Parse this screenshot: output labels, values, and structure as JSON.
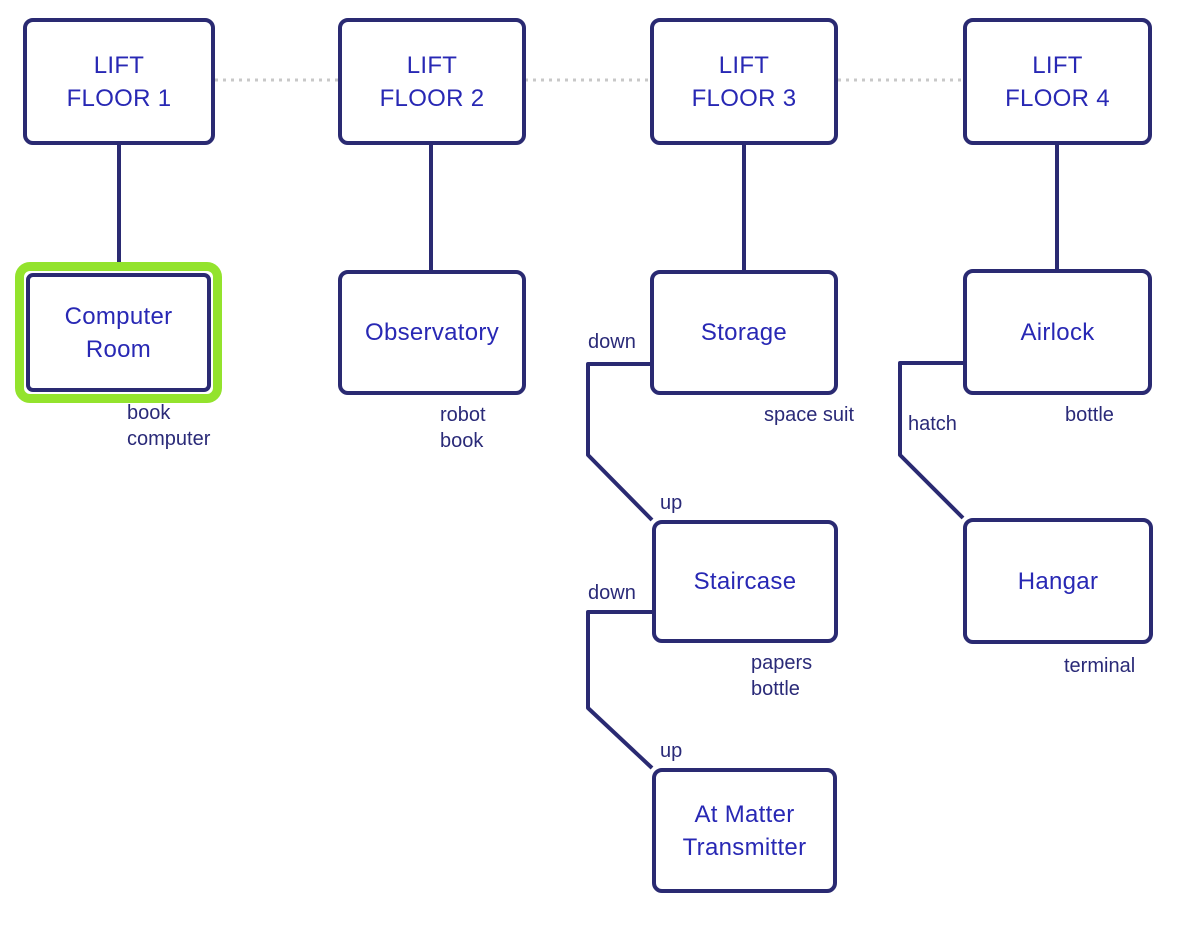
{
  "colors": {
    "line": "#2A2A72",
    "room_name_text": "#2828B4",
    "label_text": "#2A2A78",
    "current_room_highlight": "#93E32D",
    "dotted_corridor": "#C8C8C8",
    "background": "#FFFFFF"
  },
  "rooms": {
    "lift1": {
      "name": "LIFT\nFLOOR 1"
    },
    "lift2": {
      "name": "LIFT\nFLOOR 2"
    },
    "lift3": {
      "name": "LIFT\nFLOOR 3"
    },
    "lift4": {
      "name": "LIFT\nFLOOR 4"
    },
    "computer_room": {
      "name": "Computer\nRoom",
      "objects": "book\ncomputer",
      "highlighted": true
    },
    "observatory": {
      "name": "Observatory",
      "objects": "robot\nbook"
    },
    "storage": {
      "name": "Storage",
      "objects": "space suit"
    },
    "airlock": {
      "name": "Airlock",
      "objects": "bottle"
    },
    "staircase": {
      "name": "Staircase",
      "objects": "papers\nbottle"
    },
    "hangar": {
      "name": "Hangar",
      "objects": "terminal"
    },
    "matter_transmitter": {
      "name": "At Matter\nTransmitter"
    }
  },
  "edge_labels": {
    "storage_down": "down",
    "staircase_up": "up",
    "staircase_down": "down",
    "transmitter_up": "up",
    "airlock_hatch": "hatch"
  },
  "connections": [
    {
      "from": "LIFT FLOOR 1",
      "to": "LIFT FLOOR 2",
      "style": "dotted"
    },
    {
      "from": "LIFT FLOOR 2",
      "to": "LIFT FLOOR 3",
      "style": "dotted"
    },
    {
      "from": "LIFT FLOOR 3",
      "to": "LIFT FLOOR 4",
      "style": "dotted"
    },
    {
      "from": "LIFT FLOOR 1",
      "to": "Computer Room",
      "style": "solid"
    },
    {
      "from": "LIFT FLOOR 2",
      "to": "Observatory",
      "style": "solid"
    },
    {
      "from": "LIFT FLOOR 3",
      "to": "Storage",
      "style": "solid"
    },
    {
      "from": "LIFT FLOOR 4",
      "to": "Airlock",
      "style": "solid"
    },
    {
      "from": "Storage",
      "to": "Staircase",
      "from_label": "down",
      "to_label": "up",
      "style": "solid"
    },
    {
      "from": "Staircase",
      "to": "At Matter Transmitter",
      "from_label": "down",
      "to_label": "up",
      "style": "solid"
    },
    {
      "from": "Airlock",
      "to": "Hangar",
      "from_label": "hatch",
      "style": "solid"
    }
  ]
}
